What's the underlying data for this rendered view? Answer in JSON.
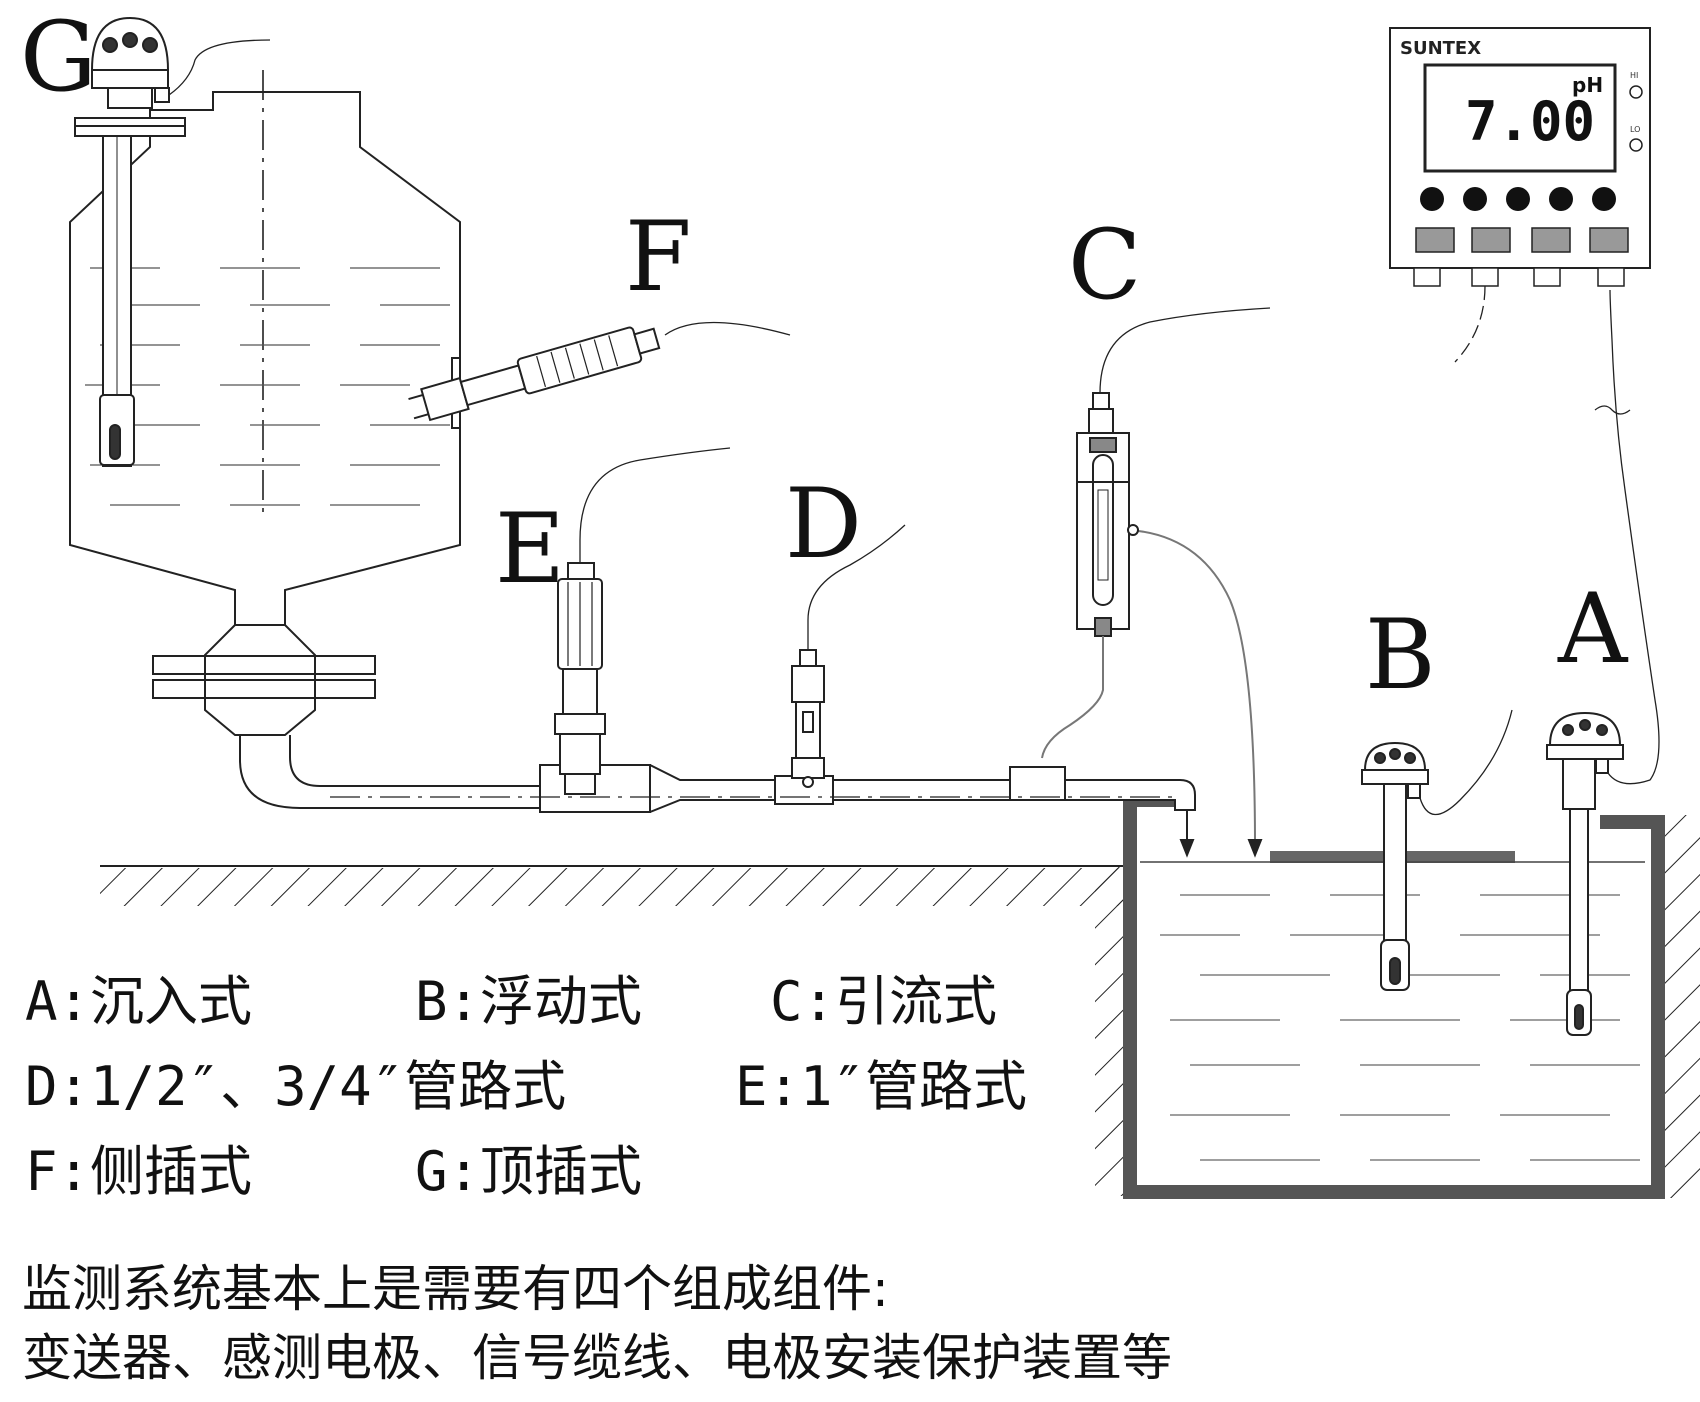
{
  "labels": {
    "A": "A",
    "B": "B",
    "C": "C",
    "D": "D",
    "E": "E",
    "F": "F",
    "G": "G"
  },
  "meter": {
    "brand": "SUNTEX",
    "reading": "7.00",
    "unit": "pH",
    "hi": "HI",
    "lo": "LO"
  },
  "legend": {
    "row1": [
      "A:沉入式",
      "B:浮动式",
      "C:引流式"
    ],
    "row2": [
      "D:1/2″、3/4″管路式",
      "E:1″管路式"
    ],
    "row3": [
      "F:侧插式",
      "G:顶插式"
    ]
  },
  "caption": {
    "line1": "监测系统基本上是需要有四个组成组件:",
    "line2": "变送器、感测电极、信号缆线、电极安装保护装置等"
  }
}
